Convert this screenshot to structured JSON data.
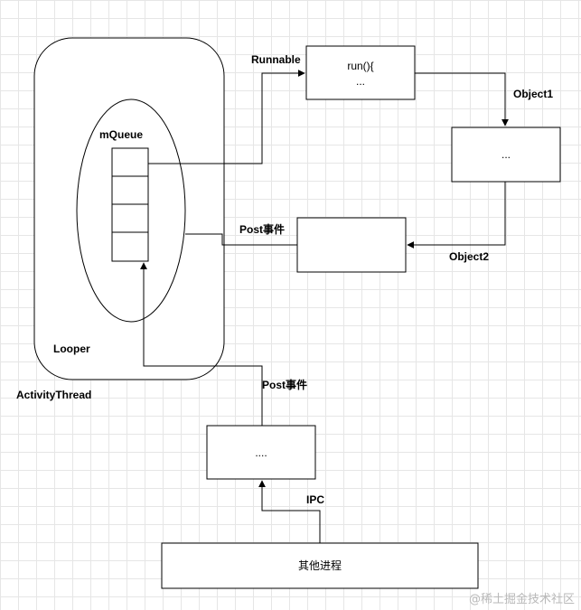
{
  "diagram": {
    "activity_thread": "ActivityThread",
    "looper": "Looper",
    "mqueue": "mQueue",
    "runnable": "Runnable",
    "run_box_line1": "run(){",
    "run_box_line2": "...",
    "object1": "Object1",
    "middle_box": "...",
    "object2": "Object2",
    "post_event_top": "Post事件",
    "post_event_bottom": "Post事件",
    "ipc_box": "....",
    "ipc": "IPC",
    "other_process": "其他进程"
  },
  "watermark": "@稀土掘金技术社区"
}
